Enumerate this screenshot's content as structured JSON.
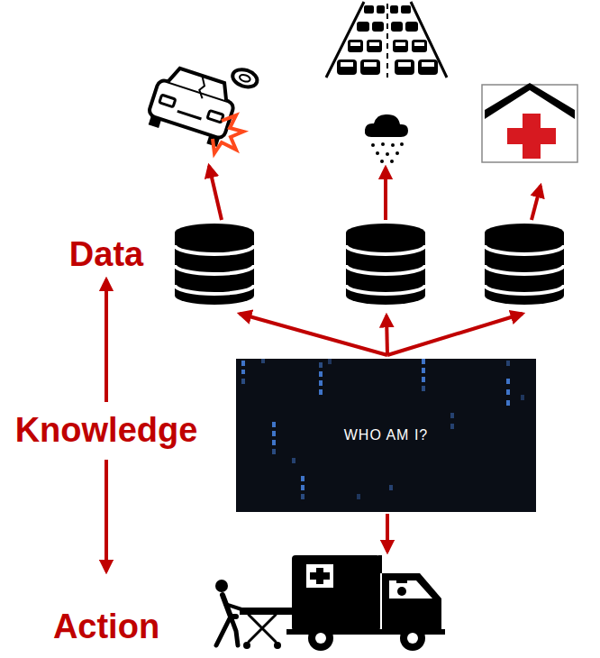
{
  "diagram": {
    "nodes": [
      {
        "text": [
          "WHO AM I?"
        ]
      }
    ],
    "labels": [
      "Data",
      "Knowledge",
      "Action"
    ]
  }
}
